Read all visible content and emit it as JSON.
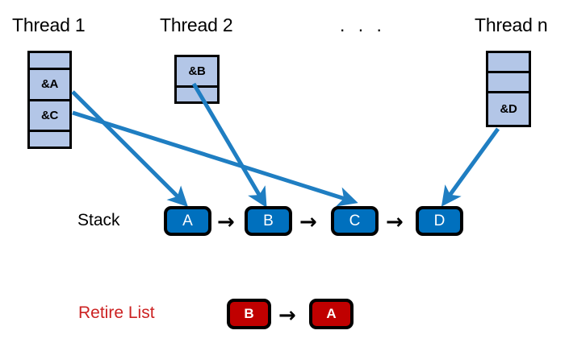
{
  "diagram": {
    "title_labels": {
      "thread1": "Thread 1",
      "thread2": "Thread 2",
      "ellipsis": ". . .",
      "threadn": "Thread n"
    },
    "section_labels": {
      "stack": "Stack",
      "retire_list": "Retire List"
    },
    "colors": {
      "node_blue": "#0070be",
      "node_red": "#c00000",
      "stack_cell_fill": "#b3c6e7",
      "pointer_arrow": "#1f7ec2",
      "retire_label_text": "#cc2222",
      "outline": "#000000"
    },
    "threads": [
      {
        "name": "Thread 1",
        "cells": [
          "",
          "&A",
          "&C",
          ""
        ]
      },
      {
        "name": "Thread 2",
        "cells": [
          "&B",
          ""
        ]
      },
      {
        "name": "Thread n",
        "cells": [
          "",
          "",
          "&D"
        ]
      }
    ],
    "stack_list": {
      "nodes": [
        "A",
        "B",
        "C",
        "D"
      ],
      "link_arrow": "→"
    },
    "retire_list": {
      "nodes": [
        "B",
        "A"
      ],
      "link_arrow": "→"
    },
    "pointers": [
      {
        "from_cell": "&A",
        "to_node": "A"
      },
      {
        "from_cell": "&C",
        "to_node": "C"
      },
      {
        "from_cell": "&B",
        "to_node": "B"
      },
      {
        "from_cell": "&D",
        "to_node": "D"
      }
    ]
  }
}
